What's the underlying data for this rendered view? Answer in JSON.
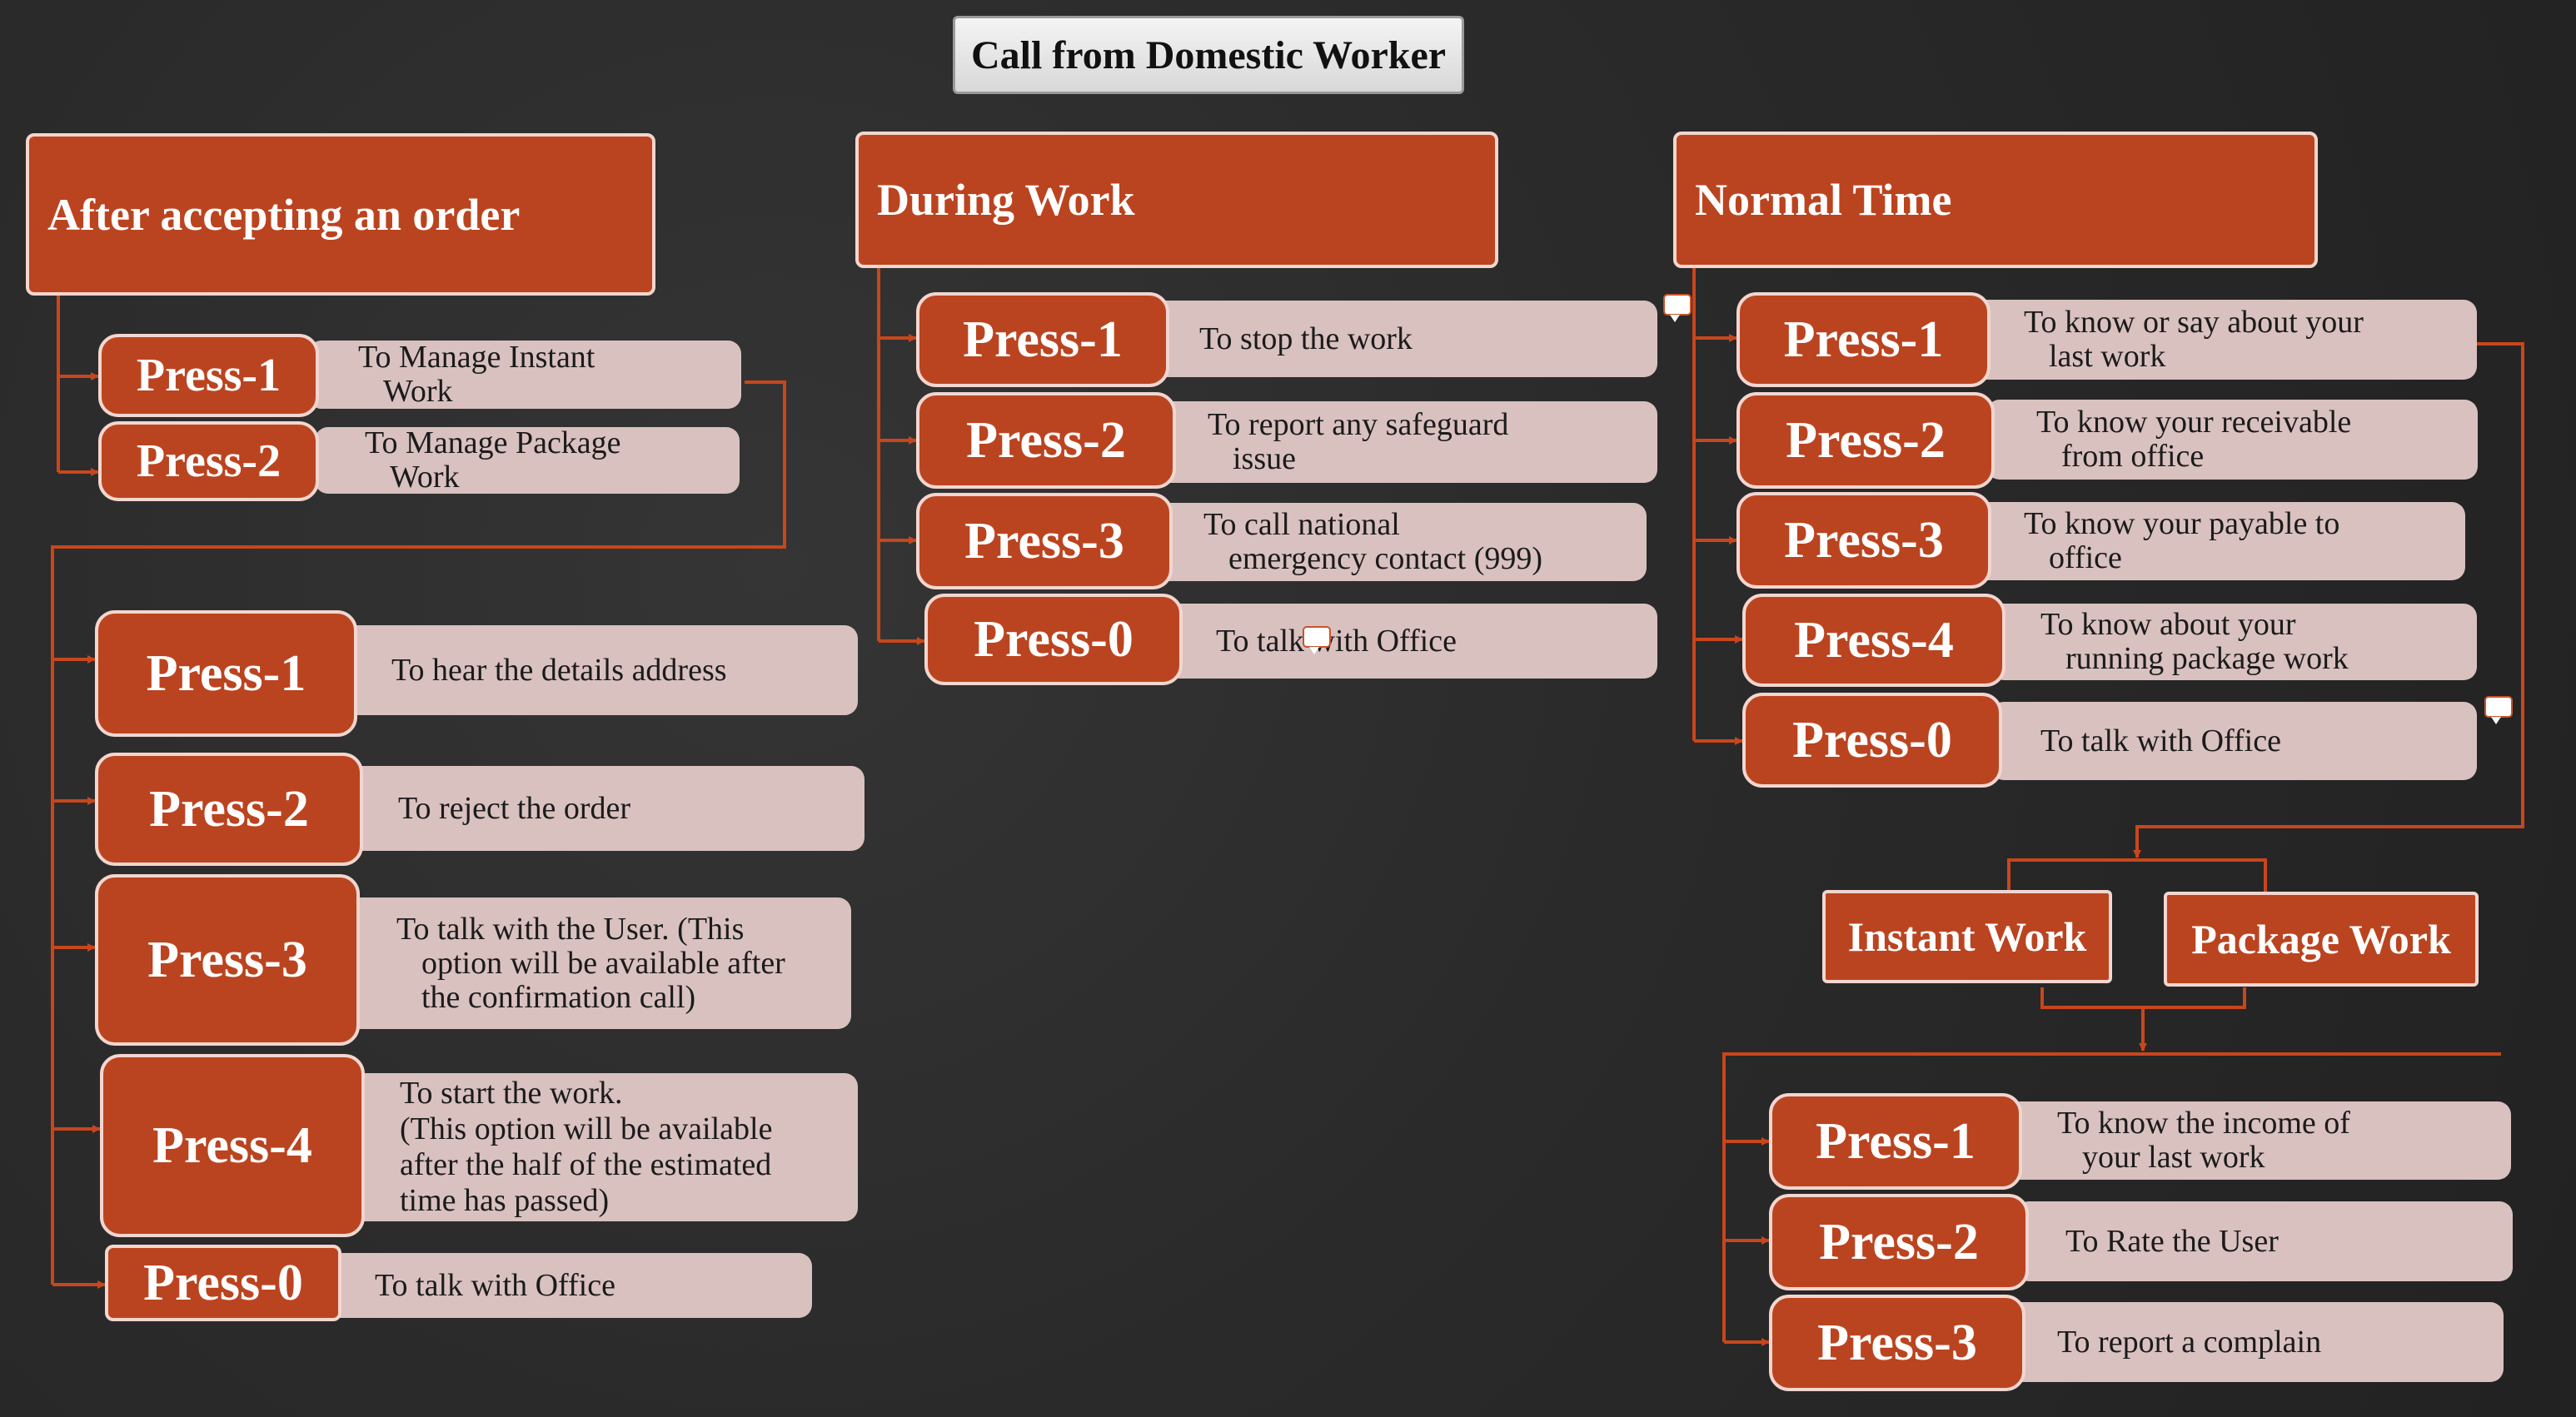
{
  "title": "Call from Domestic Worker",
  "sections": {
    "after_order": {
      "title": "After accepting an order",
      "top_options": [
        {
          "key": "Press-1",
          "lines": [
            "To Manage Instant",
            "Work"
          ]
        },
        {
          "key": "Press-2",
          "lines": [
            "To Manage Package",
            "Work"
          ]
        }
      ],
      "options": [
        {
          "key": "Press-1",
          "lines": [
            "To hear the details address"
          ]
        },
        {
          "key": "Press-2",
          "lines": [
            "To reject the order"
          ]
        },
        {
          "key": "Press-3",
          "lines": [
            "To talk with the User. (This",
            "option will be available after",
            "the confirmation call)"
          ]
        },
        {
          "key": "Press-4",
          "lines": [
            "To start the work.",
            "(This option will be available",
            "after the half of the estimated",
            "time has passed)"
          ]
        },
        {
          "key": "Press-0",
          "lines": [
            "To talk with Office"
          ]
        }
      ]
    },
    "during_work": {
      "title": "During Work",
      "options": [
        {
          "key": "Press-1",
          "lines": [
            "To stop the work"
          ]
        },
        {
          "key": "Press-2",
          "lines": [
            "To report any safeguard",
            "issue"
          ]
        },
        {
          "key": "Press-3",
          "lines": [
            "To call national",
            "emergency contact (999)"
          ]
        },
        {
          "key": "Press-0",
          "lines": [
            "To talk with Office"
          ]
        }
      ]
    },
    "normal_time": {
      "title": "Normal Time",
      "options": [
        {
          "key": "Press-1",
          "lines": [
            "To know or say about your",
            "last work"
          ]
        },
        {
          "key": "Press-2",
          "lines": [
            "To know your receivable",
            "from office"
          ]
        },
        {
          "key": "Press-3",
          "lines": [
            "To know your payable to",
            "office"
          ]
        },
        {
          "key": "Press-4",
          "lines": [
            "To know about your",
            "running package work"
          ]
        },
        {
          "key": "Press-0",
          "lines": [
            "To talk with Office"
          ]
        }
      ],
      "categories": [
        "Instant Work",
        "Package Work"
      ],
      "sub_options": [
        {
          "key": "Press-1",
          "lines": [
            "To know the income of",
            "your last work"
          ]
        },
        {
          "key": "Press-2",
          "lines": [
            "To Rate the User"
          ]
        },
        {
          "key": "Press-3",
          "lines": [
            "To report a complain"
          ]
        }
      ]
    }
  },
  "colors": {
    "box_fill": "#bb4420",
    "box_border": "#f2d6cf",
    "desc_fill": "#d9c1c0",
    "connector": "#c8461c",
    "background": "#2b2b2b"
  },
  "icons": [
    "comment-icon"
  ]
}
